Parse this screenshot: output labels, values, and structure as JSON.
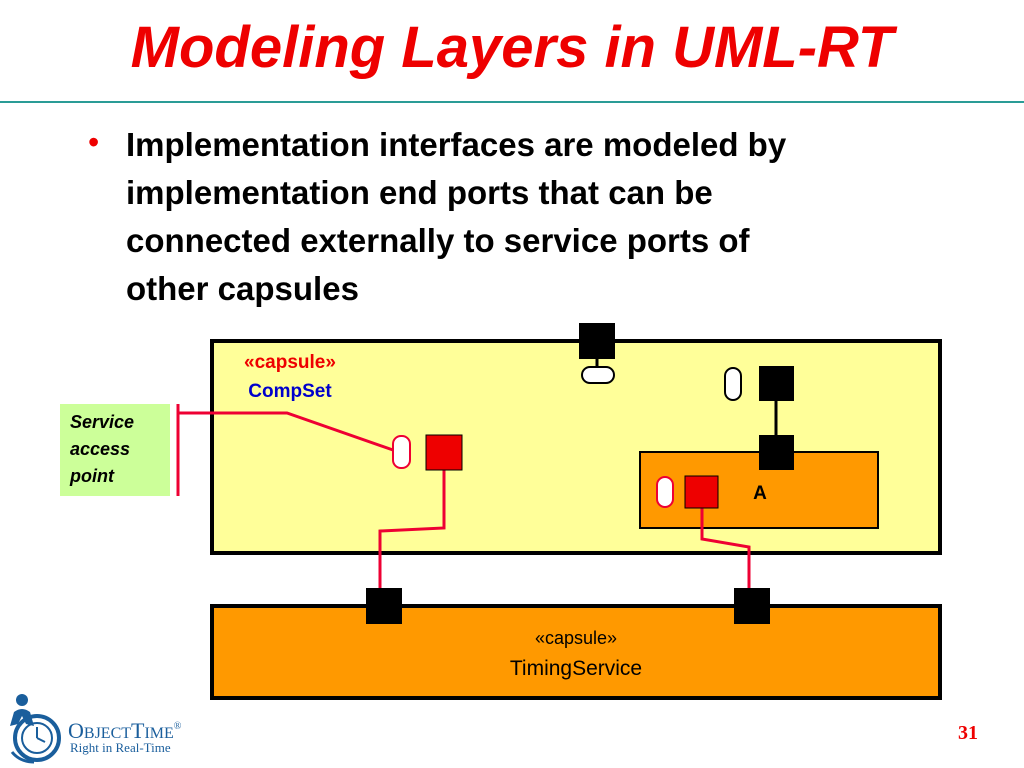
{
  "slide": {
    "title": "Modeling Layers in UML-RT",
    "bullet_marker": "•",
    "bullet_lines": [
      "Implementation interfaces are modeled by",
      "implementation end ports that can be",
      "connected externally to service ports of",
      "other capsules"
    ],
    "page_number": "31"
  },
  "diagram": {
    "compset": {
      "stereotype": "«capsule»",
      "name": "CompSet"
    },
    "service_access_point": {
      "lines": [
        "Service",
        "access",
        "point"
      ]
    },
    "capsule_a": {
      "name": "A"
    },
    "timing_service": {
      "stereotype": "«capsule»",
      "name": "TimingService"
    }
  },
  "logo": {
    "name_parts": [
      "O",
      "BJECT",
      "T",
      "IME",
      "®"
    ],
    "tagline": "Right in Real-Time"
  },
  "colors": {
    "title": "#ee0000",
    "rule": "#2a9c96",
    "compset_fill": "#ffff99",
    "capsule_fill": "#ff9900",
    "sap_fill": "#ccff99",
    "connector": "#ee0033",
    "port_black": "#000000",
    "port_red": "#ee0000",
    "logo_blue": "#1a5e9c"
  }
}
